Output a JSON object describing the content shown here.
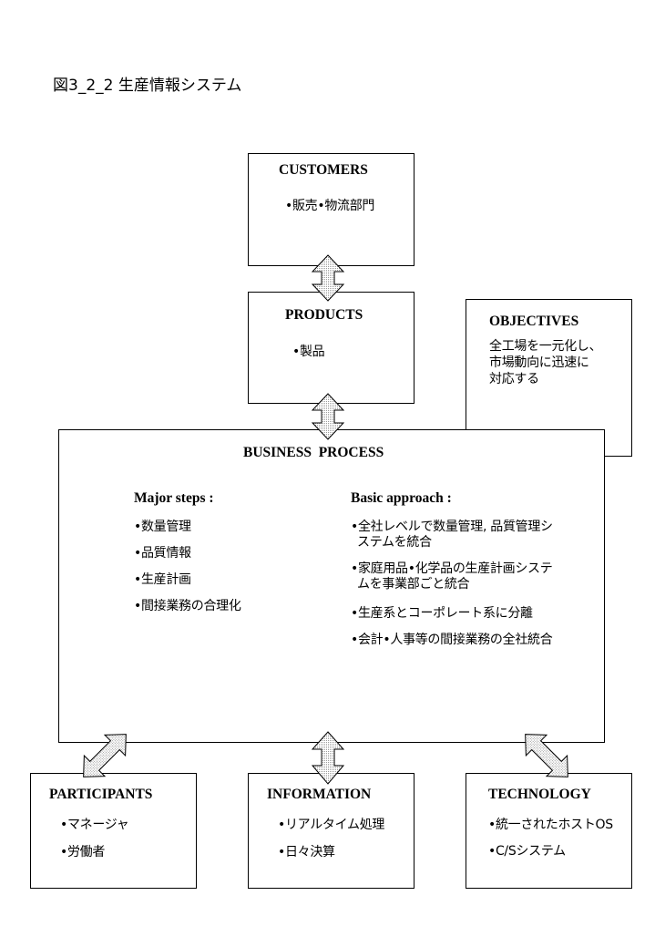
{
  "title": "図3_2_2 生産情報システム",
  "customers": {
    "heading": "CUSTOMERS",
    "items": [
      "•販売•物流部門"
    ]
  },
  "products": {
    "heading": "PRODUCTS",
    "items": [
      "•製品"
    ]
  },
  "objectives": {
    "heading": "OBJECTIVES",
    "lines": [
      "全工場を一元化し、",
      "市場動向に迅速に",
      "対応する"
    ]
  },
  "business_process": {
    "heading": "BUSINESS  PROCESS",
    "major_steps": {
      "heading": "Major steps :",
      "items": [
        "•数量管理",
        "•品質情報",
        "•生産計画",
        "•間接業務の合理化"
      ]
    },
    "basic_approach": {
      "heading": "Basic approach :",
      "items": [
        [
          "•全社レベルで数量管理, 品質管理シ",
          "ステムを統合"
        ],
        [
          "•家庭用品•化学品の生産計画システ",
          "ムを事業部ごと統合"
        ],
        [
          "•生産系とコーポレート系に分離"
        ],
        [
          "•会計•人事等の間接業務の全社統合"
        ]
      ]
    }
  },
  "participants": {
    "heading": "PARTICIPANTS",
    "items": [
      "•マネージャ",
      "•労働者"
    ]
  },
  "information": {
    "heading": "INFORMATION",
    "items": [
      "•リアルタイム処理",
      "•日々決算"
    ]
  },
  "technology": {
    "heading": "TECHNOLOGY",
    "items": [
      "•統一されたホストOS",
      "•C/Sシステム"
    ]
  }
}
